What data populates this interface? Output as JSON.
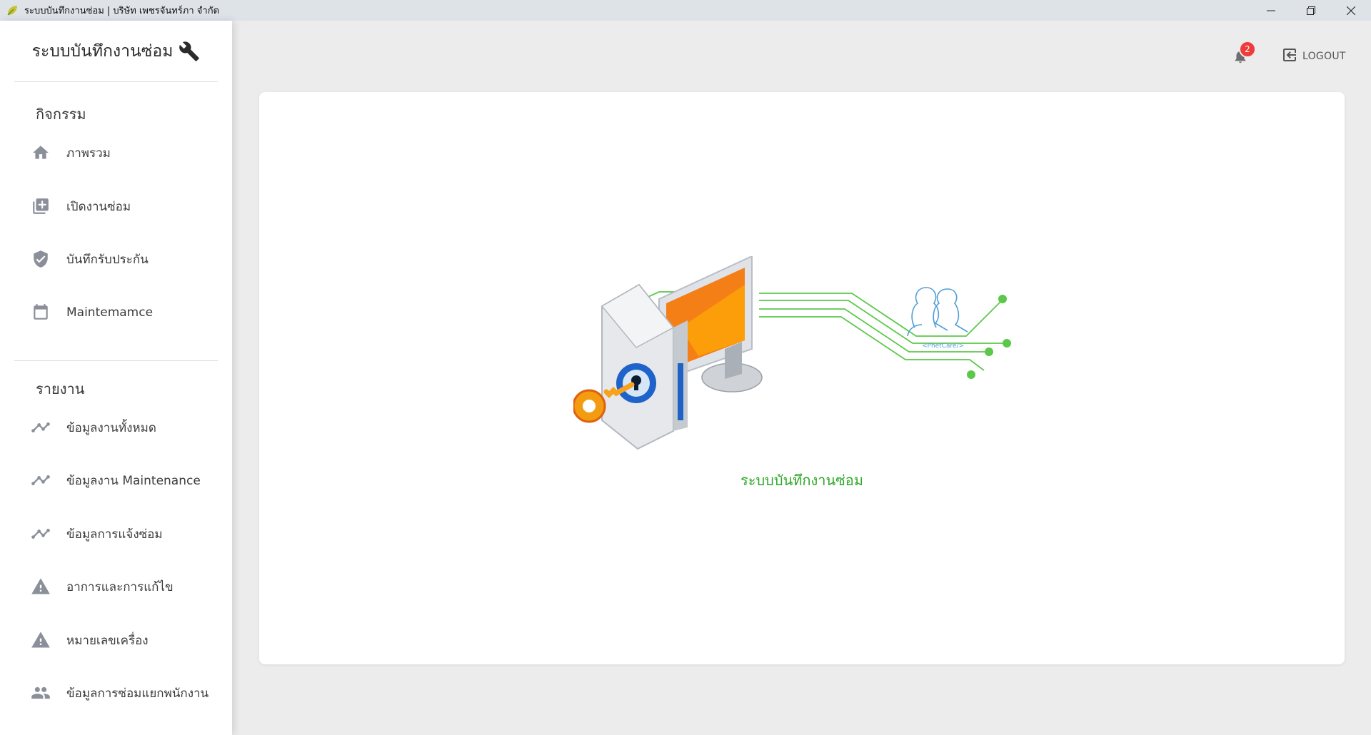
{
  "window": {
    "title": "ระบบบันทึกงานซ่อม | บริษัท เพชรจันทร์ภา จำกัด",
    "icon": "app-leaf-icon"
  },
  "sidebar": {
    "brand": "ระบบบันทึกงานซ่อม",
    "brand_icon": "wrench-icon",
    "sections": [
      {
        "title": "กิจกรรม",
        "items": [
          {
            "label": "ภาพรวม",
            "icon": "home-icon"
          },
          {
            "label": "เปิดงานซ่อม",
            "icon": "add-box-icon"
          },
          {
            "label": "บันทึกรับประกัน",
            "icon": "shield-check-icon"
          },
          {
            "label": "Maintemamce",
            "icon": "calendar-icon"
          }
        ]
      },
      {
        "title": "รายงาน",
        "items": [
          {
            "label": "ข้อมูลงานทั้งหมด",
            "icon": "trend-icon"
          },
          {
            "label": "ข้อมูลงาน Maintenance",
            "icon": "trend-icon"
          },
          {
            "label": "ข้อมูลการแจ้งซ่อม",
            "icon": "trend-icon"
          },
          {
            "label": "อาการและการแก้ไข",
            "icon": "warning-icon"
          },
          {
            "label": "หมายเลขเครื่อง",
            "icon": "warning-icon"
          },
          {
            "label": "ข้อมูลการซ่อมแยกพนักงาน",
            "icon": "people-icon"
          }
        ]
      }
    ]
  },
  "header": {
    "notification_count": "2",
    "logout_label": "LOGOUT"
  },
  "main": {
    "caption": "ระบบบันทึกงานซ่อม",
    "illustration_label": "<PhetCare/>"
  },
  "colors": {
    "accent_green": "#2ea828",
    "badge_red": "#f03b3b",
    "icon_gray": "#8a8f99"
  }
}
